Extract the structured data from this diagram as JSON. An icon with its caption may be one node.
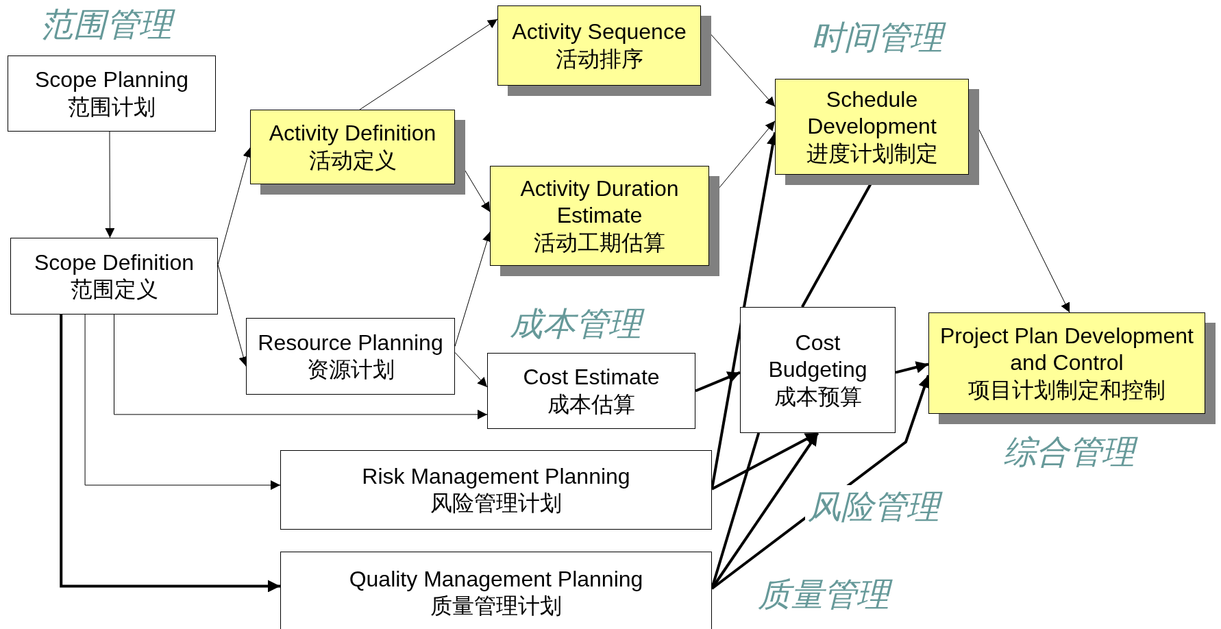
{
  "diagram": {
    "nodes": [
      {
        "text": [
          "Scope Planning",
          "范围计划"
        ]
      },
      {
        "text": [
          "Scope Definition",
          "范围定义"
        ]
      },
      {
        "text": [
          "Activity Definition",
          "活动定义"
        ]
      },
      {
        "text": [
          "Activity Sequence",
          "活动排序"
        ]
      },
      {
        "text": [
          "Activity Duration Estimate",
          "活动工期估算"
        ]
      },
      {
        "text": [
          "Resource Planning",
          "资源计划"
        ]
      },
      {
        "text": [
          "Cost Estimate",
          "成本估算"
        ]
      },
      {
        "text": [
          "Schedule Development",
          "进度计划制定"
        ]
      },
      {
        "text": [
          "Cost Budgeting",
          "成本预算"
        ]
      },
      {
        "text": [
          "Project Plan Development and Control",
          "项目计划制定和控制"
        ]
      },
      {
        "text": [
          "Risk Management Planning",
          "风险管理计划"
        ]
      },
      {
        "text": [
          "Quality Management Planning",
          "质量管理计划"
        ]
      }
    ],
    "edges": [
      {
        "from": 0,
        "to": 1,
        "arrow": "to"
      },
      {
        "from": 1,
        "to": 2,
        "arrow": "to"
      },
      {
        "from": 1,
        "to": 5,
        "arrow": "to"
      },
      {
        "from": 2,
        "to": 3,
        "arrow": "to"
      },
      {
        "from": 2,
        "to": 4,
        "arrow": "to"
      },
      {
        "from": 3,
        "to": 7,
        "arrow": "to"
      },
      {
        "from": 4,
        "to": 7,
        "arrow": "to"
      },
      {
        "from": 5,
        "to": 4,
        "arrow": "to"
      },
      {
        "from": 5,
        "to": 6,
        "arrow": "to"
      },
      {
        "from": 1,
        "to": 6,
        "arrow": "to"
      },
      {
        "from": 1,
        "to": 10,
        "arrow": "to"
      },
      {
        "from": 1,
        "to": 11,
        "arrow": "to",
        "style": "thick"
      },
      {
        "from": 6,
        "to": 8,
        "arrow": "to",
        "style": "thick"
      },
      {
        "from": 10,
        "to": 7,
        "arrow": "to",
        "style": "thick"
      },
      {
        "from": 10,
        "to": 8,
        "arrow": "to",
        "style": "thick"
      },
      {
        "from": 11,
        "to": 8,
        "arrow": "none",
        "style": "thick"
      },
      {
        "from": 11,
        "to": 8,
        "arrow": "to",
        "style": "thick"
      },
      {
        "from": 11,
        "to": 9,
        "arrow": "to",
        "style": "thick"
      },
      {
        "from": 8,
        "to": 9,
        "arrow": "to",
        "style": "thick"
      },
      {
        "from": 7,
        "to": 9,
        "arrow": "to"
      },
      {
        "from": 8,
        "to": 7,
        "arrow": "none",
        "style": "thick"
      }
    ],
    "labels": [
      "范围管理",
      "时间管理",
      "成本管理",
      "综合管理",
      "风险管理",
      "质量管理"
    ]
  }
}
